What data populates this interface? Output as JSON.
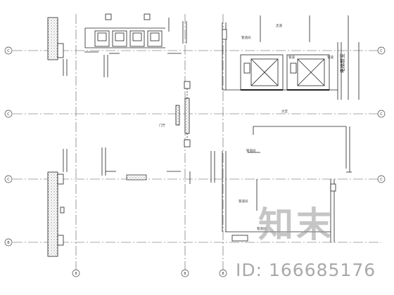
{
  "drawing": {
    "axis_labels": {
      "left": [
        "C",
        "C",
        "C",
        "B"
      ],
      "right": [
        "C",
        "C",
        "C"
      ],
      "bottom": [
        "8",
        "8",
        "8"
      ]
    },
    "room_labels": {
      "label_a": "管道间",
      "label_b": "走道",
      "label_c": "电梯前室",
      "label_d": "门厅",
      "label_e": "大堂",
      "label_f": "管道间",
      "label_g": "管道间",
      "label_h": "管道间",
      "label_i": "管道",
      "label_j": "管道"
    }
  },
  "watermark": {
    "brand": "知末",
    "id_text": "ID: 166685176"
  }
}
